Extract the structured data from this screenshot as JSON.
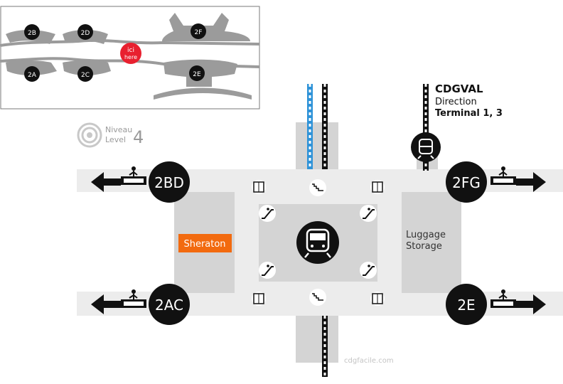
{
  "inset": {
    "terminals": {
      "t2b": "2B",
      "t2d": "2D",
      "t2f": "2F",
      "t2a": "2A",
      "t2c": "2C",
      "t2e": "2E"
    },
    "you_are_here": {
      "line1": "ici",
      "line2": "here"
    }
  },
  "level": {
    "fr": "Niveau",
    "en": "Level",
    "number": "4"
  },
  "cdgval": {
    "title": "CDGVAL",
    "direction": "Direction",
    "destination": "Terminal 1, 3"
  },
  "exits": {
    "t2bd": "2BD",
    "t2fg": "2FG",
    "t2ac": "2AC",
    "t2e": "2E"
  },
  "places": {
    "sheraton": "Sheraton",
    "luggage_line1": "Luggage",
    "luggage_line2": "Storage"
  },
  "watermark": "cdgfacile.com",
  "icons": [
    "train-icon",
    "tram-icon",
    "elevator-icon",
    "escalator-icon",
    "stairs-icon",
    "moving-walkway-icon",
    "arrow-left-icon",
    "arrow-right-icon",
    "level-target-icon"
  ],
  "colors": {
    "accent_red": "#e8202f",
    "sheraton_orange": "#f26a0f",
    "rail_blue": "#2f93d8",
    "corridor": "#ececec",
    "room": "#d4d4d4",
    "inset_gray": "#9b9b9b"
  }
}
